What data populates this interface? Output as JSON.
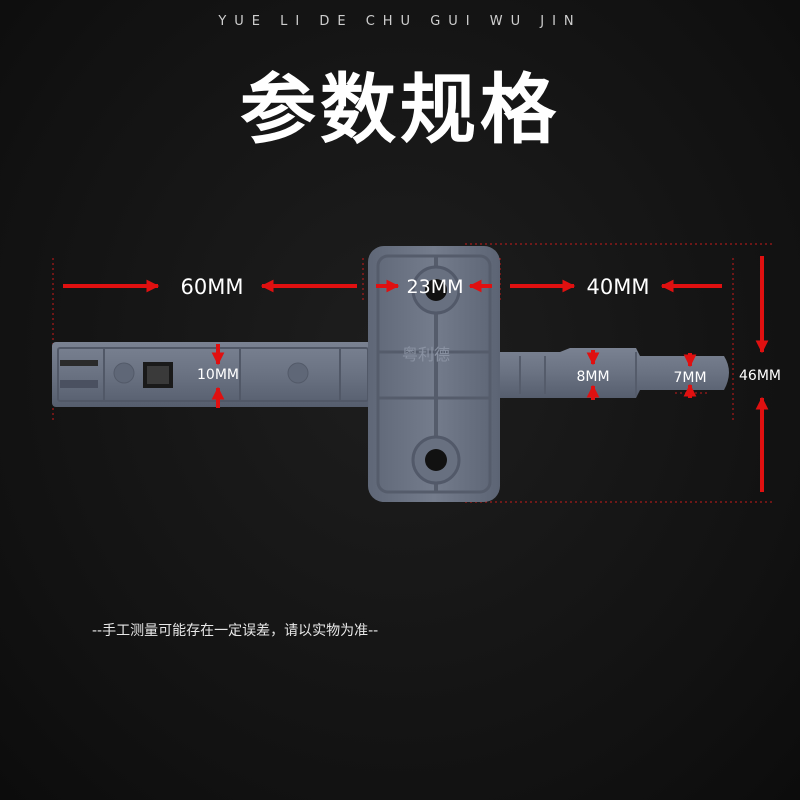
{
  "header": {
    "brand": "YUE LI DE CHU GUI WU JIN",
    "title": "参数规格"
  },
  "dimensions": {
    "length_left": "60MM",
    "plate_width": "23MM",
    "length_right": "40MM",
    "arm_thickness": "10MM",
    "pin_thickness": "8MM",
    "tip_thickness": "7MM",
    "overall_height": "46MM"
  },
  "product": {
    "watermark": "粤利德"
  },
  "note": "--手工测量可能存在一定误差，请以实物为准--",
  "colors": {
    "background": "#141414",
    "part": "#6d7585",
    "arrow": "#e01010",
    "guide": "#c81a1a"
  }
}
